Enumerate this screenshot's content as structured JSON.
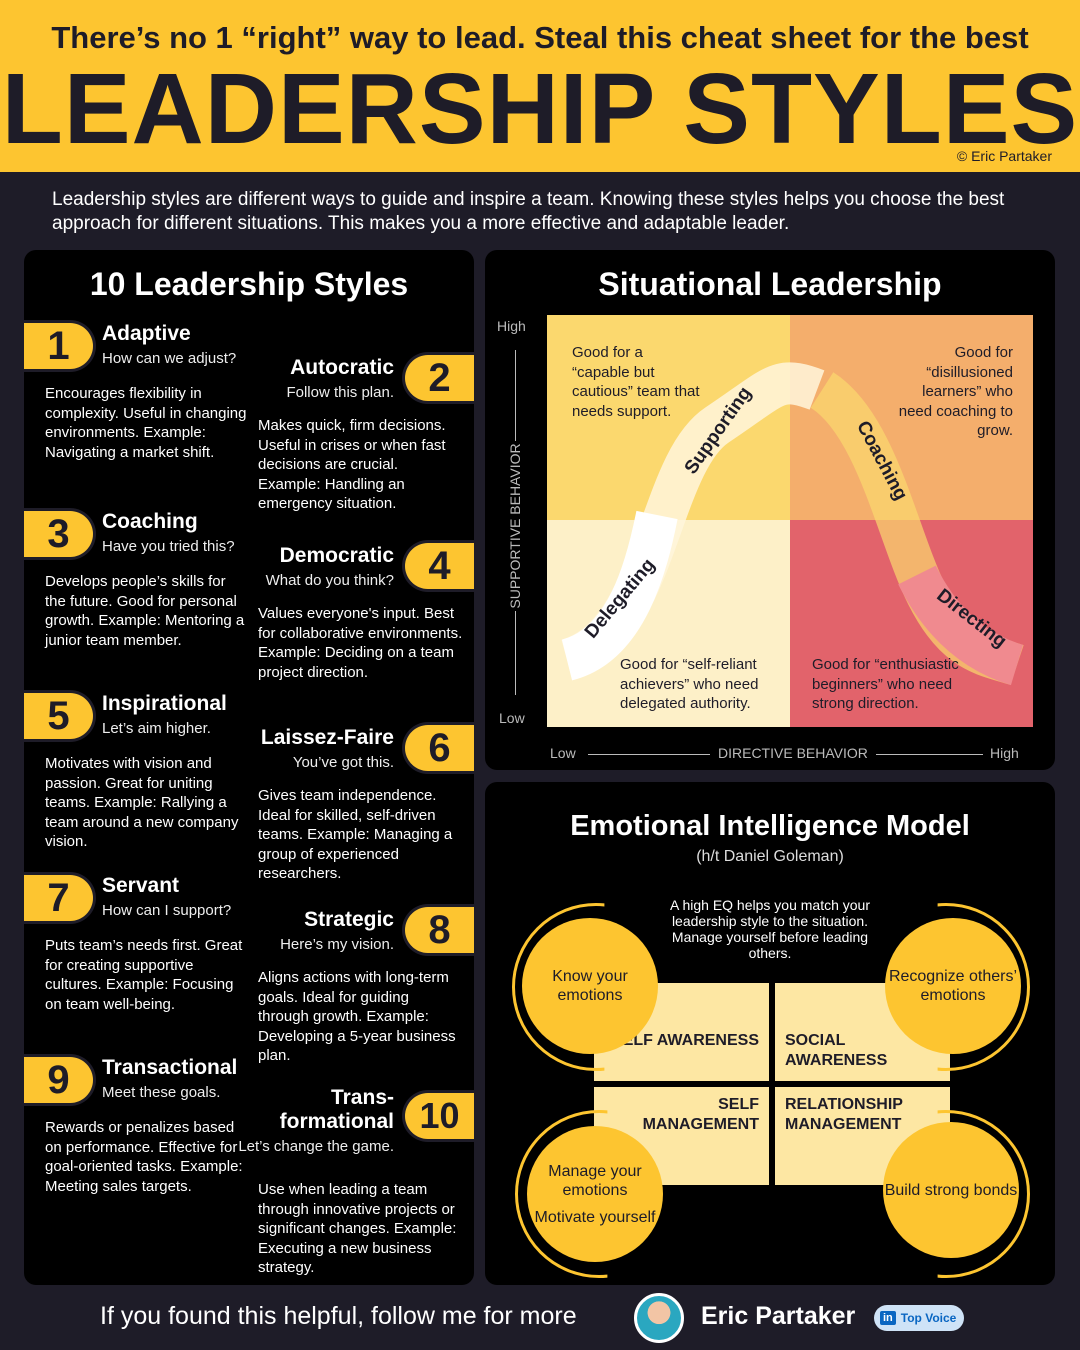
{
  "header": {
    "subtitle": "There’s no 1 “right” way to lead. Steal this cheat sheet for the best",
    "title": "LEADERSHIP STYLES",
    "copyright": "© Eric Partaker"
  },
  "intro": "Leadership styles are different ways to guide and inspire a team. Knowing these styles helps you choose the best approach for different situations. This makes you a more effective and adaptable leader.",
  "styles_panel": {
    "title": "10 Leadership Styles",
    "items": [
      {
        "num": "1",
        "name": "Adaptive",
        "quote": "How can we adjust?",
        "desc": "Encourages flexibility in complexity. Useful in changing environments. Example: Navigating a market shift."
      },
      {
        "num": "2",
        "name": "Autocratic",
        "quote": "Follow this plan.",
        "desc": "Makes quick, firm decisions. Useful in crises or when fast decisions are crucial. Example: Handling an emergency situation."
      },
      {
        "num": "3",
        "name": "Coaching",
        "quote": "Have you tried this?",
        "desc": "Develops people’s skills for the future. Good for personal growth. Example: Mentoring a junior team member."
      },
      {
        "num": "4",
        "name": "Democratic",
        "quote": "What do you think?",
        "desc": "Values everyone's input. Best for collaborative environments. Example: Deciding on a team project direction."
      },
      {
        "num": "5",
        "name": "Inspirational",
        "quote": "Let’s aim higher.",
        "desc": "Motivates with vision and passion. Great for uniting teams. Example: Rallying a team around a new company vision."
      },
      {
        "num": "6",
        "name": "Laissez-Faire",
        "quote": "You’ve got this.",
        "desc": "Gives team independence. Ideal for skilled, self-driven teams. Example: Managing a group of experienced researchers."
      },
      {
        "num": "7",
        "name": "Servant",
        "quote": "How can I support?",
        "desc": "Puts team’s needs first. Great for creating supportive cultures. Example: Focusing on team well-being."
      },
      {
        "num": "8",
        "name": "Strategic",
        "quote": "Here’s my vision.",
        "desc": "Aligns actions with long-term goals. Ideal for guiding through growth. Example: Developing a 5-year business plan."
      },
      {
        "num": "9",
        "name": "Transactional",
        "quote": "Meet these goals.",
        "desc": "Rewards or penalizes based on performance. Effective for goal-oriented tasks. Example: Meeting sales targets."
      },
      {
        "num": "10",
        "name": "Trans-\nformational",
        "quote": "Let’s change the game.",
        "desc": "Use when leading a team through innovative projects or significant changes. Example: Executing a new business strategy."
      }
    ]
  },
  "situational": {
    "title": "Situational Leadership",
    "y_axis": "SUPPORTIVE BEHAVIOR",
    "x_axis": "DIRECTIVE BEHAVIOR",
    "high": "High",
    "low": "Low",
    "quadrants": {
      "tl": "Good for a “capable but cautious” team that needs support.",
      "tr": "Good for “disillusioned learners” who need coaching to grow.",
      "bl": "Good for “self-reliant achievers” who need delegated authority.",
      "br": "Good for “enthusiastic beginners” who need strong direction."
    },
    "arrow_labels": {
      "supporting": "Supporting",
      "coaching": "Coaching",
      "delegating": "Delegating",
      "directing": "Directing"
    },
    "colors": {
      "tl": "#fbd86e",
      "tr": "#f4ae6c",
      "bl": "#fdf0c8",
      "br": "#e2636b"
    }
  },
  "eq": {
    "title": "Emotional Intelligence Model",
    "credit": "(h/t Daniel Goleman)",
    "note": "A high EQ helps you match your leadership style to the situation. Manage yourself before leading others.",
    "circles": {
      "tl": "Know your emotions",
      "tr": "Recognize others’ emotions",
      "bl1": "Manage your emotions",
      "bl2": "Motivate yourself",
      "br": "Build strong bonds"
    },
    "boxes": {
      "self_awareness": "SELF AWARENESS",
      "social_awareness": "SOCIAL AWARENESS",
      "self_management": "SELF MANAGEMENT",
      "relationship_management": "RELATIONSHIP MANAGEMENT"
    }
  },
  "footer": {
    "cta": "If you found this helpful, follow me for more",
    "name": "Eric Partaker",
    "badge": "Top Voice",
    "badge_icon": "in"
  }
}
